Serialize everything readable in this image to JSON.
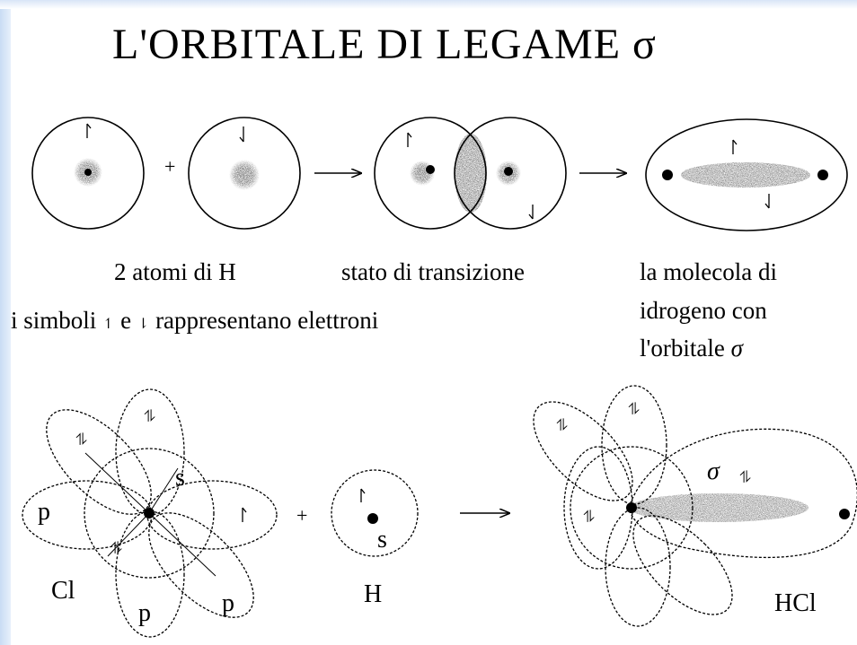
{
  "title": "L'ORBITALE  DI  LEGAME  σ",
  "top_row": {
    "plus_sign": "+",
    "caption_atoms": "2 atomi di H",
    "caption_transition": "stato di transizione",
    "caption_molecule_line1": "la molecola di",
    "caption_molecule_line2": "idrogeno con",
    "caption_molecule_line3_text": "l'orbitale ",
    "caption_molecule_line3_sigma": "σ",
    "legend_part1": "i simboli ",
    "legend_symbol_up": "↿",
    "legend_part2": " e ",
    "legend_symbol_down": "⇂",
    "legend_part3": " rappresentano elettroni"
  },
  "bottom_row": {
    "cl_p_left": "p",
    "cl_s": "s",
    "cl_p_bottom": "p",
    "cl_p_bottom_right": "p",
    "cl_label": "Cl",
    "plus_sign": "+",
    "h_s": "s",
    "h_label": "H",
    "hcl_sigma": "σ",
    "hcl_label": "HCl"
  },
  "colors": {
    "ink": "#000000",
    "edge_band": "#c9dcf4",
    "cloud": "#333333"
  }
}
